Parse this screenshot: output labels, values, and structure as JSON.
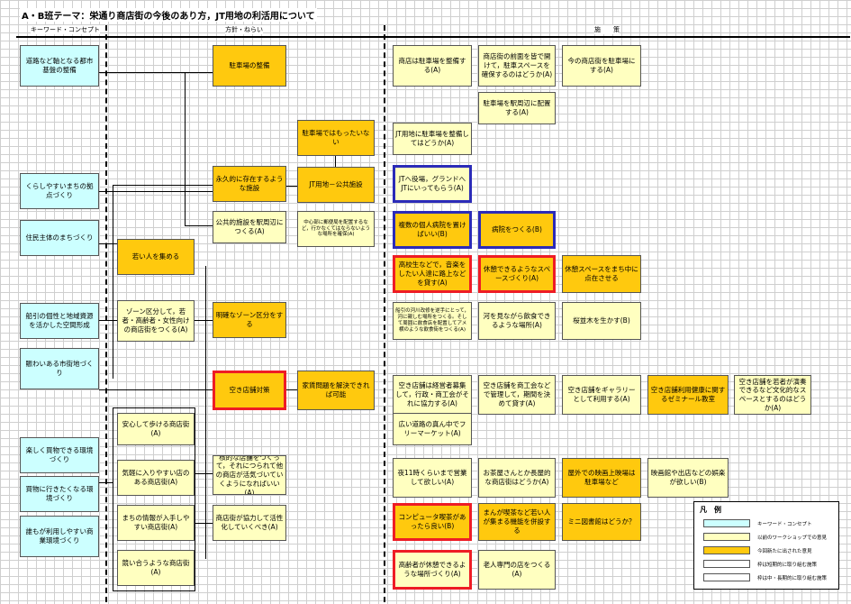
{
  "title": "A・B班テーマ：栄通り商店街の今後のあり方，JT用地の利活用について",
  "headers": {
    "keyword": "キーワード・コンセプト",
    "policy": "方針・ねらい",
    "measures": "施　　策"
  },
  "keywords": [
    "道路など軸となる都市基盤の整備",
    "くらしやすいまちの拠点づくり",
    "住民主体のまちづくり",
    "船引の個性と地域資源を活かした空間形成",
    "賑わいある市街地づくり",
    "楽しく買物できる環境づくり",
    "買物に行きたくなる環境づくり",
    "誰もが利用しやすい商業環境づくり"
  ],
  "policies": {
    "young": "若い人を集める",
    "zone_split": "ゾーン区分して，若者・高齢者・女性向けの商店街をつくる(A)",
    "shop1": "安心して歩ける商店街(A)",
    "shop2": "気軽に入りやすい店のある商店街(A)",
    "shop3": "まちの情報が入手しやすい商店街(A)",
    "shop4": "競い合うような商店街(A)",
    "parking": "駐車場の整備",
    "permanent": "永久的に存在するような施設",
    "public_facility": "公共的施設を駅周辺につくる(A)",
    "zone_clear": "明確なゾーン区分をする",
    "vacant": "空き店舗対策",
    "strategic": "核的な店舗をつくって，それにつられて他の商店が活気づいていくようになればいい(A)",
    "cooperate": "商店街が協力して活性化していくべき(A)",
    "parking_waste": "駐車場ではもったいない",
    "jt_public": "JT用地－公共施設",
    "center_note": "中心部に郵便局を配置するなど，行かなくてはならないような場所を確保(A)",
    "rent": "家賃問題を解決できれば可能"
  },
  "measures": {
    "r1": [
      "商店は駐車場を整備する(A)",
      "商店街の前面を皆で開けて，駐車スペースを確保するのはどうか(A)",
      "今の商店街を駐車場にする(A)"
    ],
    "r2": "駐車場を駅周辺に配置する(A)",
    "r3": "JT用地に駐車場を整備してはどうか(A)",
    "r4": "JTへ役場，グランドへJTにいってもらう(A)",
    "r5": [
      "複数の個人病院を置けばいい(B)",
      "病院をつくる(B)"
    ],
    "r6": [
      "高校生などで，音楽をしたい人達に路上などを貸す(A)",
      "休憩できるようなスペースづくり(A)",
      "休憩スペースをまち中に点在させる"
    ],
    "r7": [
      "船引の河川改修を逆手にとって，河に親しむ場所をつくる。そして周囲に飲食店を配置してアメ横のような飲食街をつくる(A)",
      "河を見ながら飲食できるような場所(A)",
      "桜並木を生かす(B)"
    ],
    "r8": [
      "空き店舗は経営者募集して，行政・商工会がそれに協力する(A)",
      "空き店舗を商工会などで管理して，期間を決めて貸す(A)",
      "空き店舗をギャラリーとして利用する(A)",
      "空き店舗利用健康に関するゼミナール教室",
      "空き店舗を若者が演奏できるなど文化的なスペースとするのはどうか(A)"
    ],
    "r9": "広い道路の真ん中でフリーマーケット(A)",
    "r10": [
      "夜11時くらいまで営業して欲しい(A)",
      "お茶屋さんとか長屋的な商店街はどうか(A)",
      "屋外での映画上映場は駐車場など",
      "映画館や出店などの娯楽が欲しい(B)"
    ],
    "r11": [
      "コンピュータ喫茶があったら良い(B)",
      "まんが喫茶など若い人が集まる機能を併設する",
      "ミニ図書館はどうか？"
    ],
    "r12": [
      "高齢者が休憩できるような場所づくり(A)",
      "老人専門の店をつくる(A)"
    ]
  },
  "legend": {
    "title": "凡　例",
    "items": [
      "キーワード・コンセプト",
      "以前のワークショップでの意見",
      "今回新たに出された意見",
      "枠は短期的に取り組む施策",
      "枠は中・長期的に取り組む施策"
    ]
  },
  "colors": {
    "keyword": "#ccffff",
    "previous": "#ffffc0",
    "new": "#ffc90e",
    "short_term": "#ee1c25",
    "long_term": "#2b2bb8"
  }
}
